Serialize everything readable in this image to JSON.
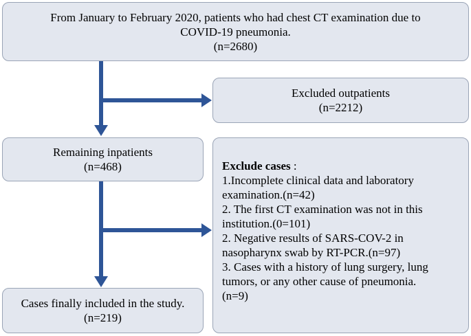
{
  "diagram": {
    "top_box": {
      "lines": [
        "From January to February 2020, patients who had chest CT examination due to",
        "COVID-19 pneumonia.",
        "(n=2680)"
      ]
    },
    "outpatients_box": {
      "lines": [
        "Excluded outpatients",
        "(n=2212)"
      ]
    },
    "inpatients_box": {
      "lines": [
        "Remaining inpatients",
        "(n=468)"
      ]
    },
    "exclude_box": {
      "heading": "Exclude cases",
      "heading_suffix": " :",
      "lines": [
        "1.Incomplete clinical data and laboratory",
        "examination.(n=42)",
        "2. The first CT examination was not in this",
        "institution.(0=101)",
        "2. Negative results of SARS-COV-2 in",
        "nasopharynx swab by RT-PCR.(n=97)",
        "3. Cases with a history of lung surgery, lung",
        "tumors, or any other cause of pneumonia.",
        "(n=9)"
      ]
    },
    "final_box": {
      "lines": [
        "Cases finally included in the study.",
        "(n=219)"
      ]
    },
    "colors": {
      "box_fill": "#e3e7ef",
      "box_border": "#9aa4b6",
      "arrow": "#2e5597"
    }
  }
}
